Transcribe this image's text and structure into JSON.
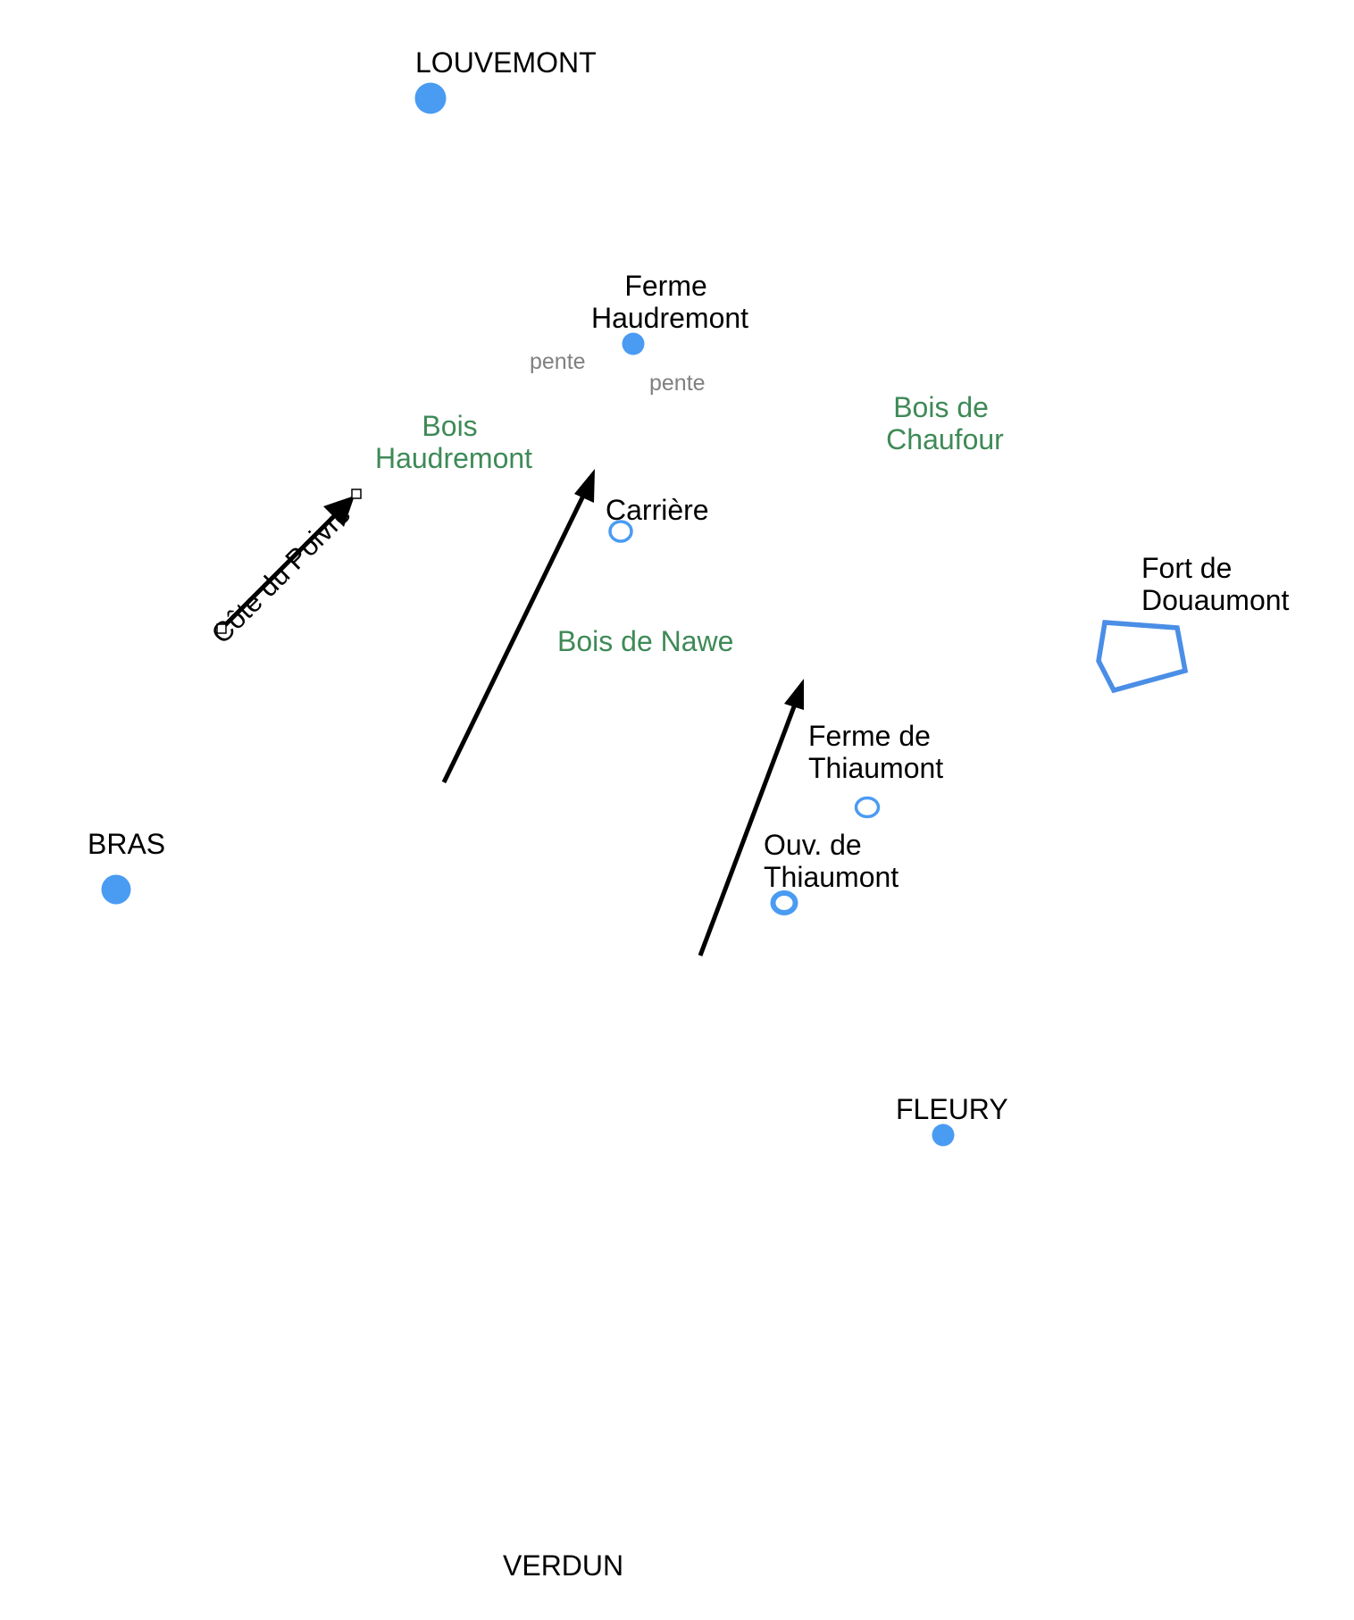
{
  "towns": {
    "louvemont": "LOUVEMONT",
    "bras": "BRAS",
    "fleury": "FLEURY",
    "verdun": "VERDUN"
  },
  "places": {
    "ferme_haudremont": [
      "Ferme",
      "Haudremont"
    ],
    "carriere": "Carrière",
    "ferme_thiaumont": [
      "Ferme de",
      "Thiaumont"
    ],
    "ouv_thiaumont": [
      "Ouv. de",
      "Thiaumont"
    ],
    "fort_douaumont": [
      "Fort de",
      "Douaumont"
    ]
  },
  "woods": {
    "bois_haudremont": [
      "Bois",
      "Haudremont"
    ],
    "bois_chaufour": [
      "Bois de",
      "Chaufour"
    ],
    "bois_nawe": "Bois de Nawe"
  },
  "slopes": [
    "pente",
    "pente"
  ],
  "ridge": "Côte du Poivre",
  "colors": {
    "marker": "#4a9bf2",
    "wood_label": "#3e8a57",
    "slope_label": "#808080",
    "arrow": "#000000"
  }
}
